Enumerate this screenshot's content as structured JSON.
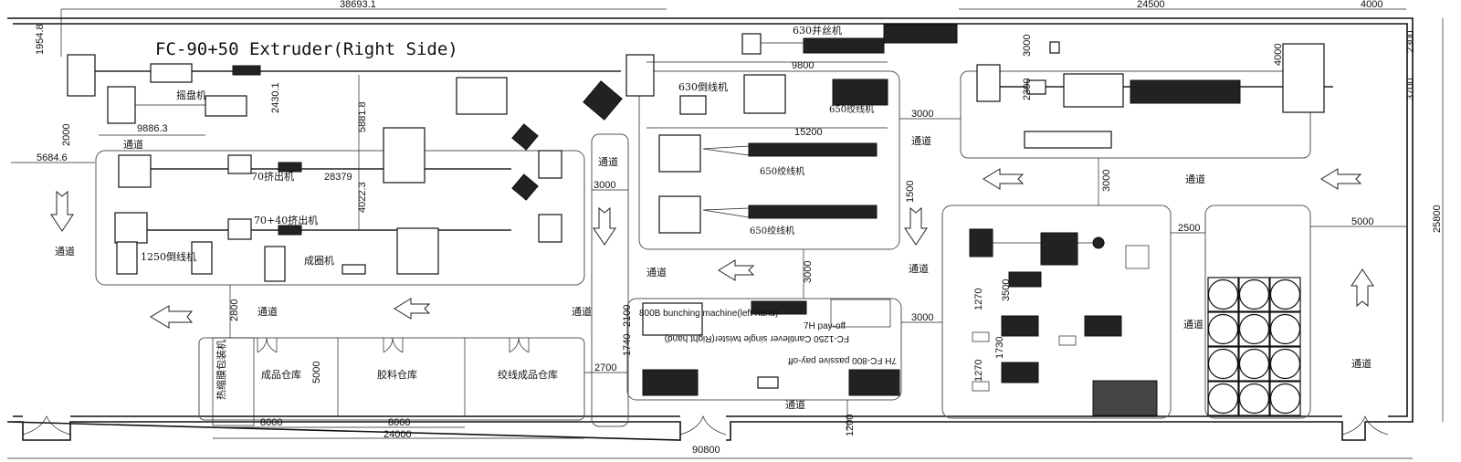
{
  "title": "FC-90+50 Extruder(Right Side)",
  "machines": {
    "winder_swing": "摇盘机",
    "extruder_70": "70挤出机",
    "extruder_70_40": "70+40挤出机",
    "rewinder_1250": "1250倒线机",
    "coiler": "成圈机",
    "buncher_630": "630并丝机",
    "rewinder_630": "630倒线机",
    "strander_650_a": "650绞线机",
    "strander_650_b": "650绞线机",
    "strander_650_c": "650绞线机",
    "bunching_left": "800B bunching machine(left hand)",
    "payoff_7h": "7H pay-off",
    "cantilever": "FC-1250 Cantilever single twister(Right hand)",
    "passive_payoff": "7H FC-800 passive pay-off",
    "shrink_pack": "热缩膜包装机"
  },
  "warehouses": [
    "成品仓库",
    "胶料仓库",
    "绞线成品仓库"
  ],
  "passage_label": "通道",
  "dimensions": {
    "top_total": "38693.1",
    "top_right": "24500",
    "top_far_right": "4000",
    "left_top": "1954.8",
    "d_2430": "2430.1",
    "d_9886": "9886.3",
    "d_2000": "2000",
    "d_5684": "5684.6",
    "d_5881": "5881.8",
    "d_28379": "28379",
    "d_4022": "4022.3",
    "d_2800": "2800",
    "d_5000_wh": "5000",
    "d_8000_a": "8000",
    "d_8000_b": "8000",
    "d_24000": "24000",
    "d_9800": "9800",
    "d_15200": "15200",
    "d_3000_left": "3000",
    "d_1500": "1500",
    "d_3000_mid": "3000",
    "d_3000_right_a": "3000",
    "d_3000_right_b": "3000",
    "d_3000_right_c": "3000",
    "d_2700": "2700",
    "d_2100": "2100",
    "d_1740": "1740",
    "d_1200": "1200",
    "d_90800": "90800",
    "d_3000_top": "3000",
    "d_2300_inner": "2300",
    "d_4000_v": "4000",
    "d_2300": "2300",
    "d_3700": "3700",
    "d_25800": "25800",
    "d_2500": "2500",
    "d_5000_right": "5000",
    "d_3500": "3500",
    "d_1270_a": "1270",
    "d_1730": "1730",
    "d_1270_b": "1270",
    "d_3000_vmid": "3000"
  }
}
